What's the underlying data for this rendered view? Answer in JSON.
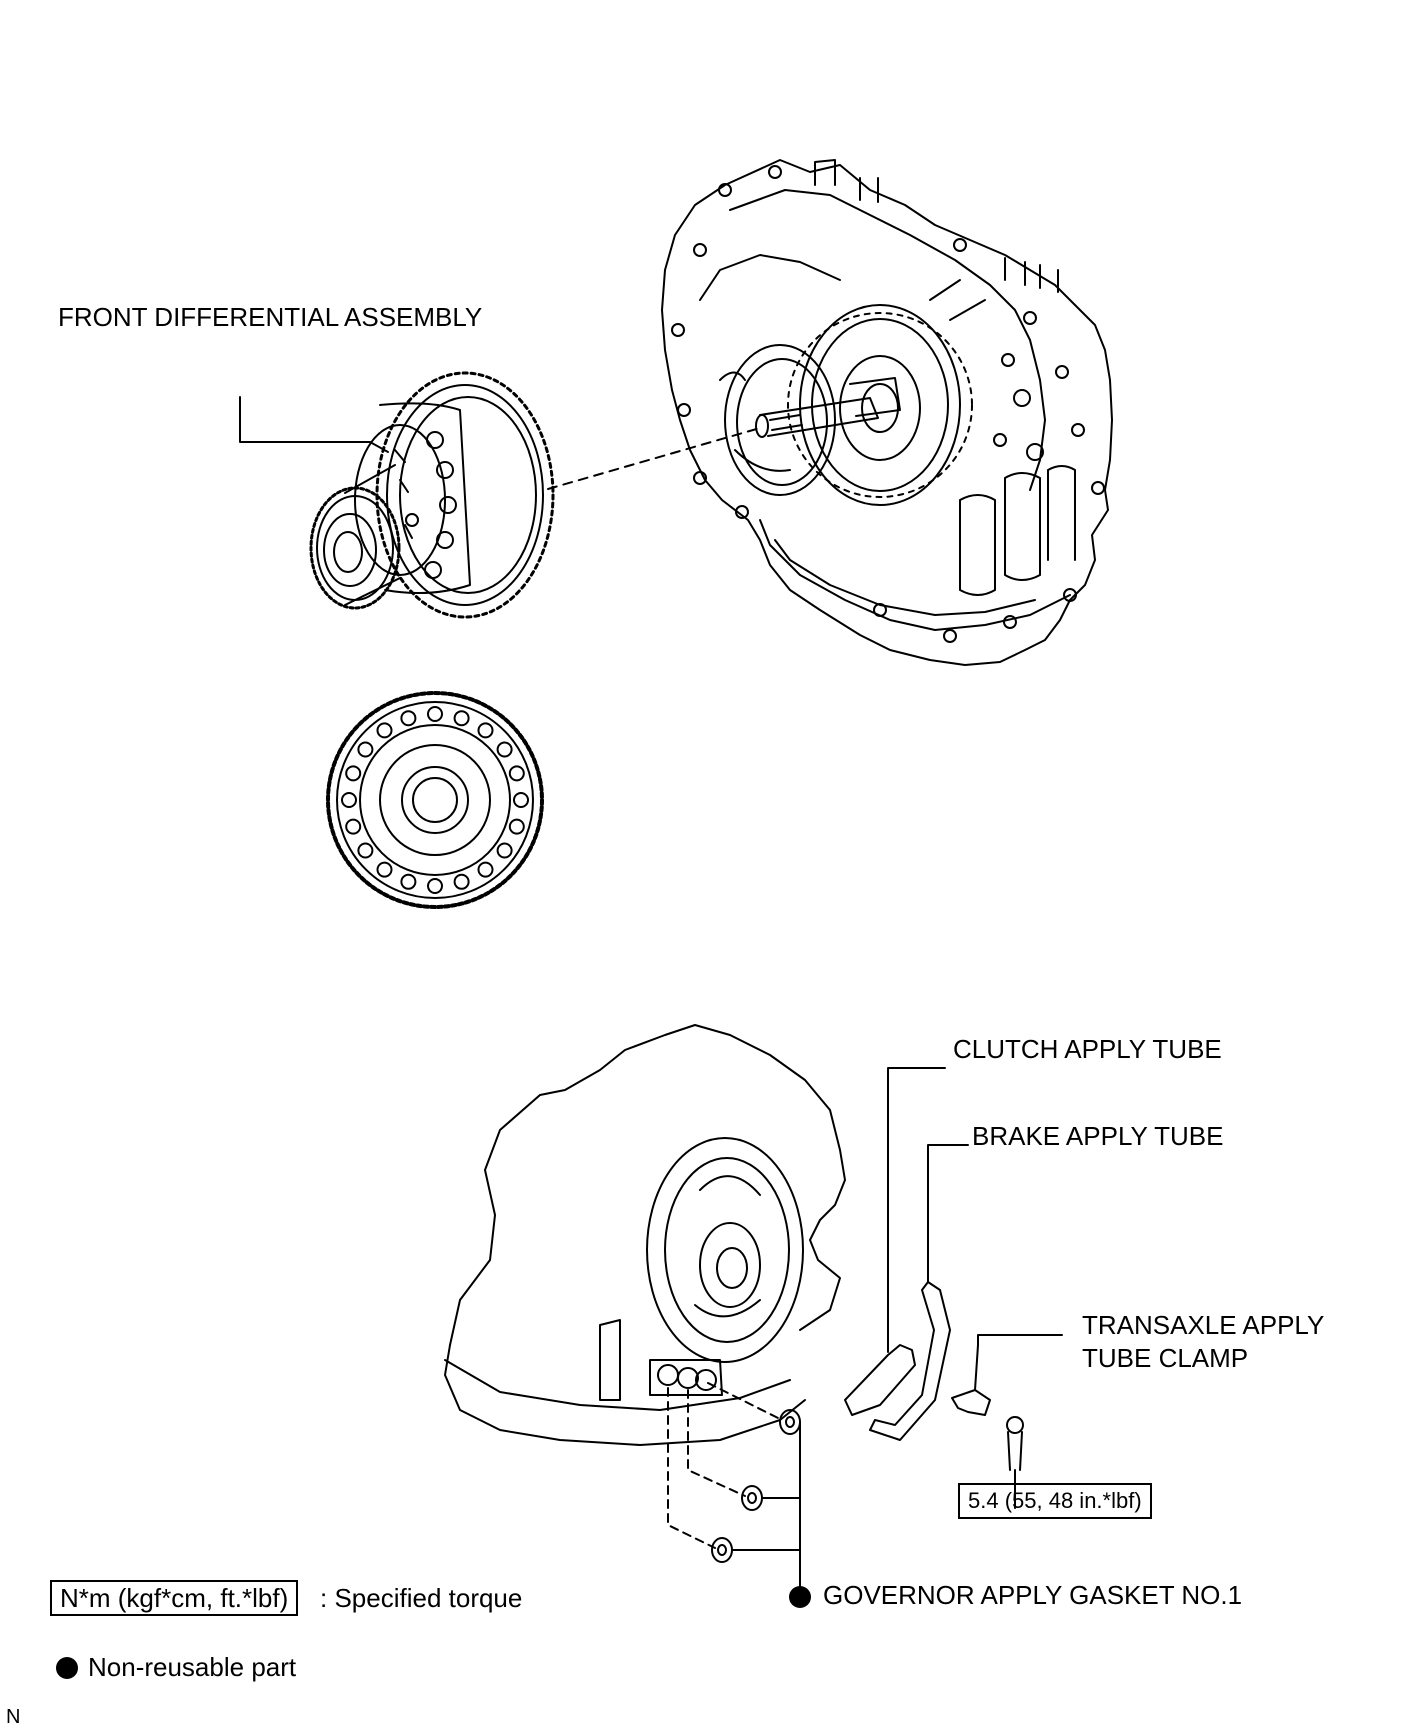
{
  "labels": {
    "front_differential": "FRONT DIFFERENTIAL ASSEMBLY",
    "clutch_apply_tube": "CLUTCH APPLY TUBE",
    "brake_apply_tube": "BRAKE APPLY TUBE",
    "transaxle_clamp_line1": "TRANSAXLE APPLY",
    "transaxle_clamp_line2": "TUBE CLAMP",
    "torque_value": "5.4 (55, 48 in.*lbf)",
    "governor_gasket": "GOVERNOR APPLY GASKET NO.1"
  },
  "legend": {
    "torque_unit": "N*m (kgf*cm, ft.*lbf)",
    "torque_desc": ": Specified torque",
    "non_reusable": "Non-reusable part"
  },
  "corner_mark": "N"
}
